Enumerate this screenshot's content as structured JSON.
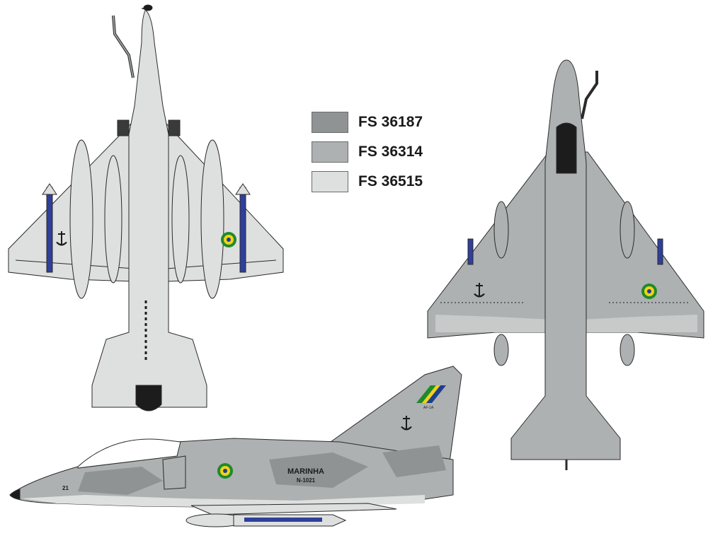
{
  "legend": [
    {
      "label": "FS 36187",
      "color": "#8f9394"
    },
    {
      "label": "FS 36314",
      "color": "#adb1b1"
    },
    {
      "label": "FS 36515",
      "color": "#dee0df"
    }
  ],
  "side_view": {
    "service_text": "MARINHA",
    "serial": "N-1021",
    "nose_number": "21",
    "fin_badge_text": "AF-1A"
  },
  "icons": {
    "roundel": "brazil-roundel-icon",
    "anchor": "anchor-icon"
  },
  "colors": {
    "outline": "#2a2a2a",
    "missile_blue": "#2f3f9a",
    "roundel_green": "#1f8a2c",
    "roundel_yellow": "#f2d21a",
    "roundel_blue": "#1d3e8f"
  }
}
